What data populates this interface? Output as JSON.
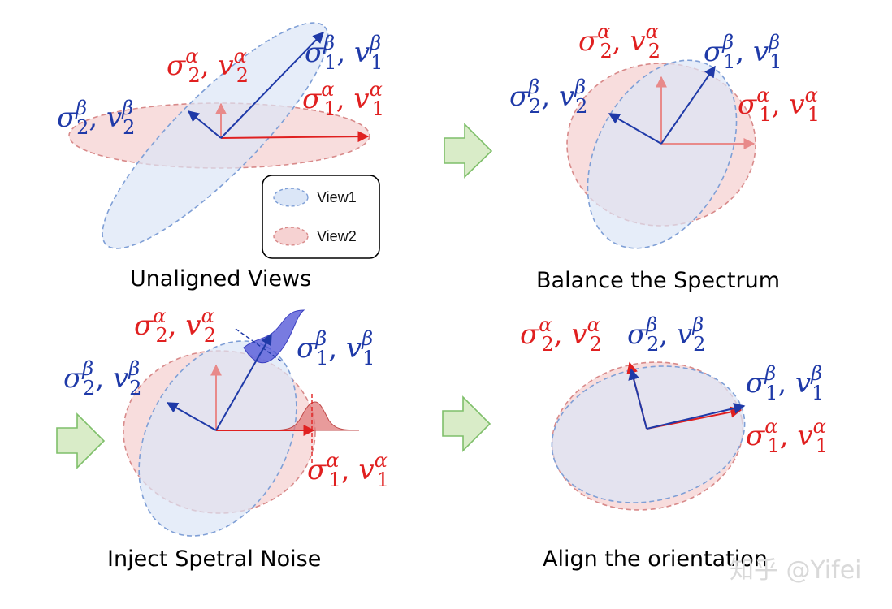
{
  "colors": {
    "view1_fill": "#dbe6f7",
    "view1_stroke": "#7f9fd6",
    "view2_fill": "#f6d2d2",
    "view2_stroke": "#d88a8a",
    "blue": "#1f3aa8",
    "red": "#e02020",
    "pink": "#e88a8a",
    "arrow_fill": "#d9ecc8",
    "arrow_stroke": "#7fbf6a"
  },
  "symbols": {
    "sigma": "σ",
    "v": "v",
    "alpha": "α",
    "beta": "β",
    "sub1": "1",
    "sub2": "2",
    "comma": ","
  },
  "panels": {
    "unaligned": {
      "caption": "Unaligned Views"
    },
    "balance": {
      "caption": "Balance the Spectrum"
    },
    "inject": {
      "caption": "Inject Spetral Noise"
    },
    "align": {
      "caption": "Align the orientation"
    }
  },
  "legend": {
    "items": [
      "View1",
      "View2"
    ]
  },
  "watermark": "知乎 @Yifei"
}
